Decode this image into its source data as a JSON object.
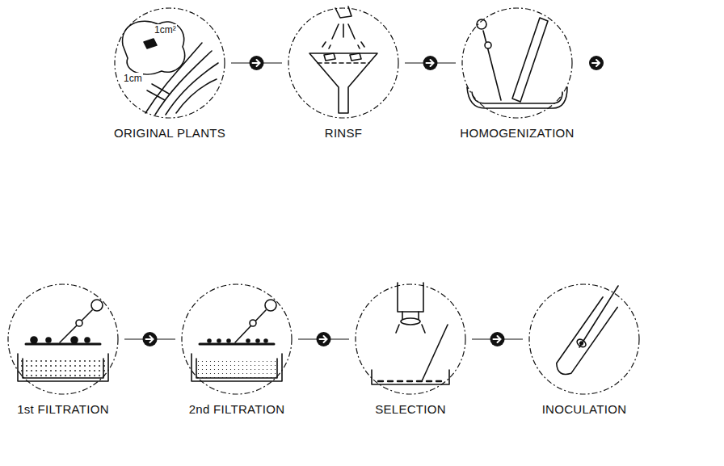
{
  "diagram": {
    "nodes": [
      {
        "text": [
          "ORIGINAL PLANTS"
        ]
      },
      {
        "text": [
          "RINSF"
        ]
      },
      {
        "text": [
          "HOMOGENIZATION"
        ]
      },
      {
        "text": [
          "1st FILTRATION"
        ]
      },
      {
        "text": [
          "2nd FILTRATION"
        ]
      },
      {
        "text": [
          "SELECTION"
        ]
      },
      {
        "text": [
          "INOCULATION"
        ]
      }
    ],
    "edges": [
      {
        "from": 0,
        "to": 1,
        "arrow": "to"
      },
      {
        "from": 1,
        "to": 2,
        "arrow": "to"
      },
      {
        "from": 3,
        "to": 4,
        "arrow": "to"
      },
      {
        "from": 4,
        "to": 5,
        "arrow": "to"
      },
      {
        "from": 5,
        "to": 6,
        "arrow": "to"
      }
    ],
    "labels": [
      "1cm²",
      "1cm"
    ]
  }
}
